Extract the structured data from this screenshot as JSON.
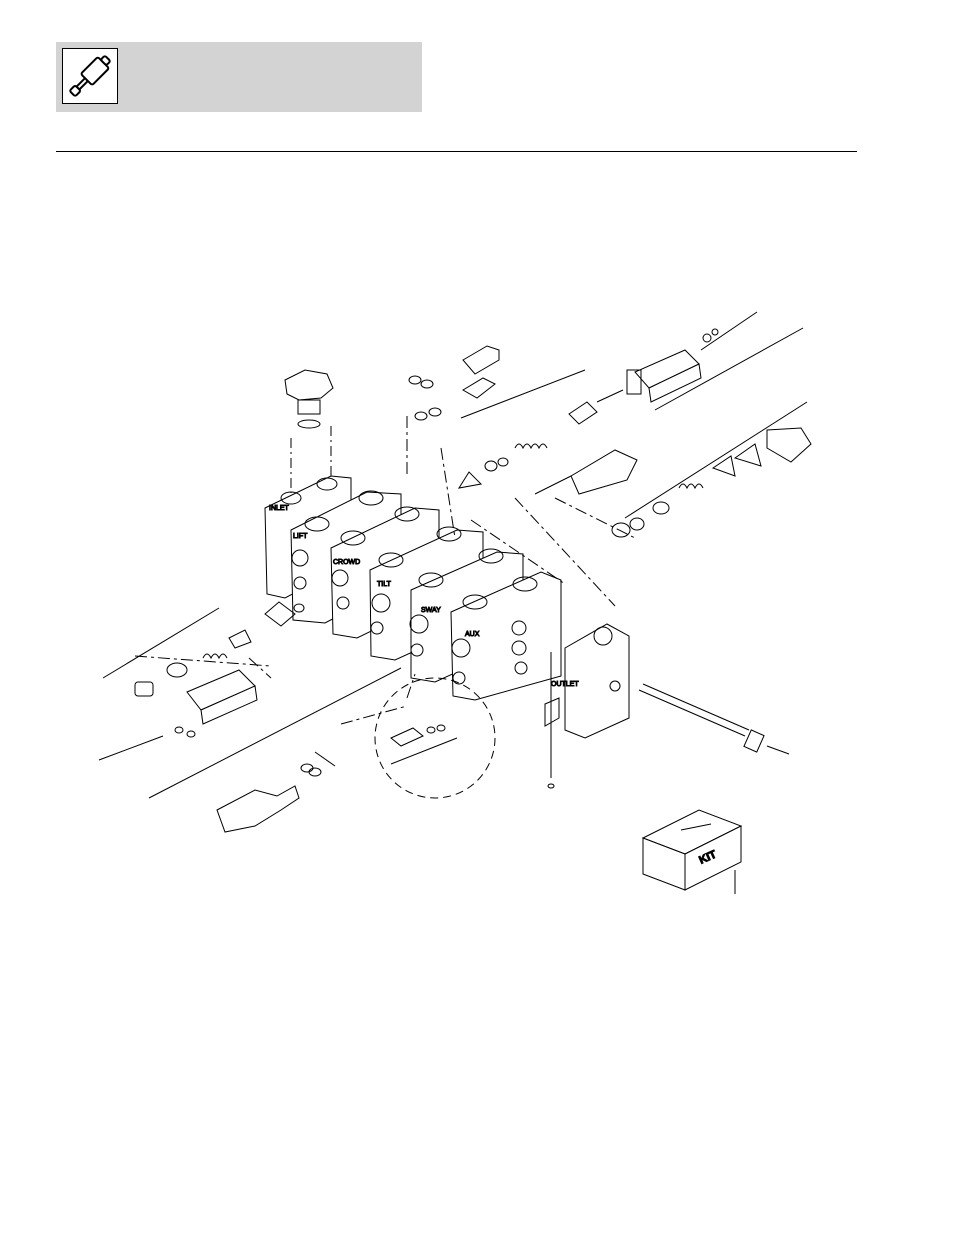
{
  "header": {
    "icon": "hydraulic-cylinder-icon",
    "background": "#d3d3d3"
  },
  "diagram": {
    "section_labels": [
      "INLET",
      "LIFT",
      "CROWD",
      "TILT",
      "SWAY",
      "AUX",
      "OUTLET"
    ],
    "kit_label": "KIT"
  }
}
